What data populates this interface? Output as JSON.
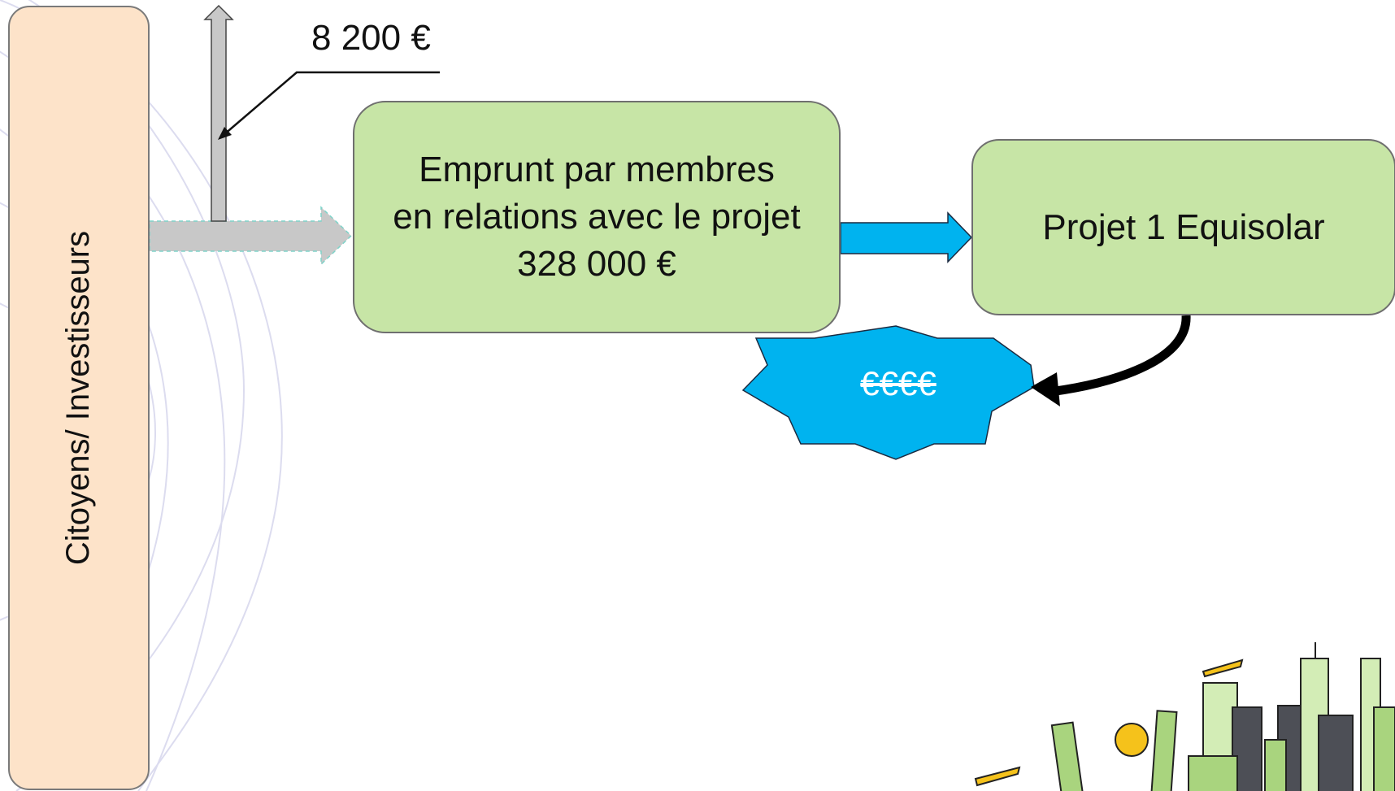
{
  "investors": {
    "label": "Citoyens/ Investisseurs"
  },
  "loan": {
    "line1": "Emprunt par membres",
    "line2": "en relations avec le projet",
    "amount": "328 000 €"
  },
  "project": {
    "label": "Projet 1 Equisolar"
  },
  "side_amount": {
    "label": "8 200 €"
  },
  "returns": {
    "label": "€€€€"
  },
  "colors": {
    "investors_fill": "#fde3c9",
    "box_fill": "#c7e5a6",
    "blue_arrow": "#00b3ef",
    "burst": "#00b3ef",
    "grey_arrow": "#c8c8c8"
  }
}
